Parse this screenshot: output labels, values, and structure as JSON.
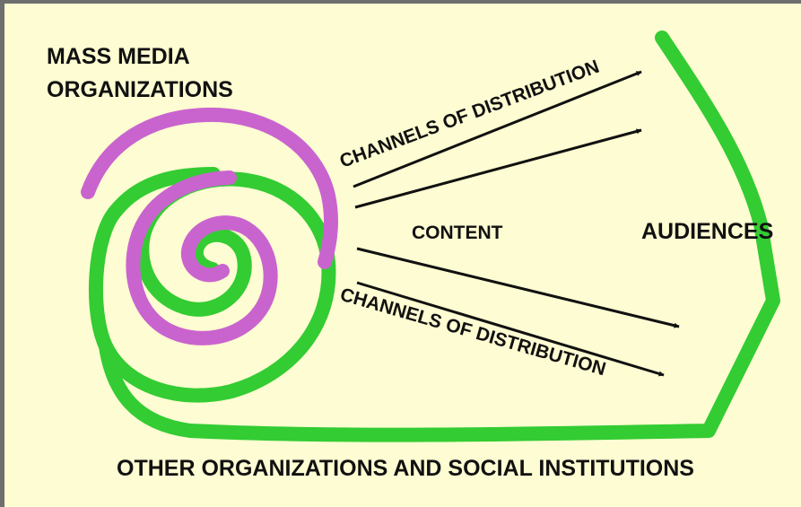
{
  "labels": {
    "mass_media_line1": "MASS MEDIA",
    "mass_media_line2": "ORGANIZATIONS",
    "channels_top": "CHANNELS OF DISTRIBUTION",
    "content": "CONTENT",
    "audiences": "AUDIENCES",
    "channels_bottom": "CHANNELS OF DISTRIBUTION",
    "other_orgs": "OTHER ORGANIZATIONS AND SOCIAL INSTITUTIONS"
  },
  "colors": {
    "background": "#FEFCD2",
    "frame": "#6E6E6E",
    "media_spiral": "#C964CF",
    "society_spiral": "#33CC33",
    "arrows": "#111111"
  }
}
